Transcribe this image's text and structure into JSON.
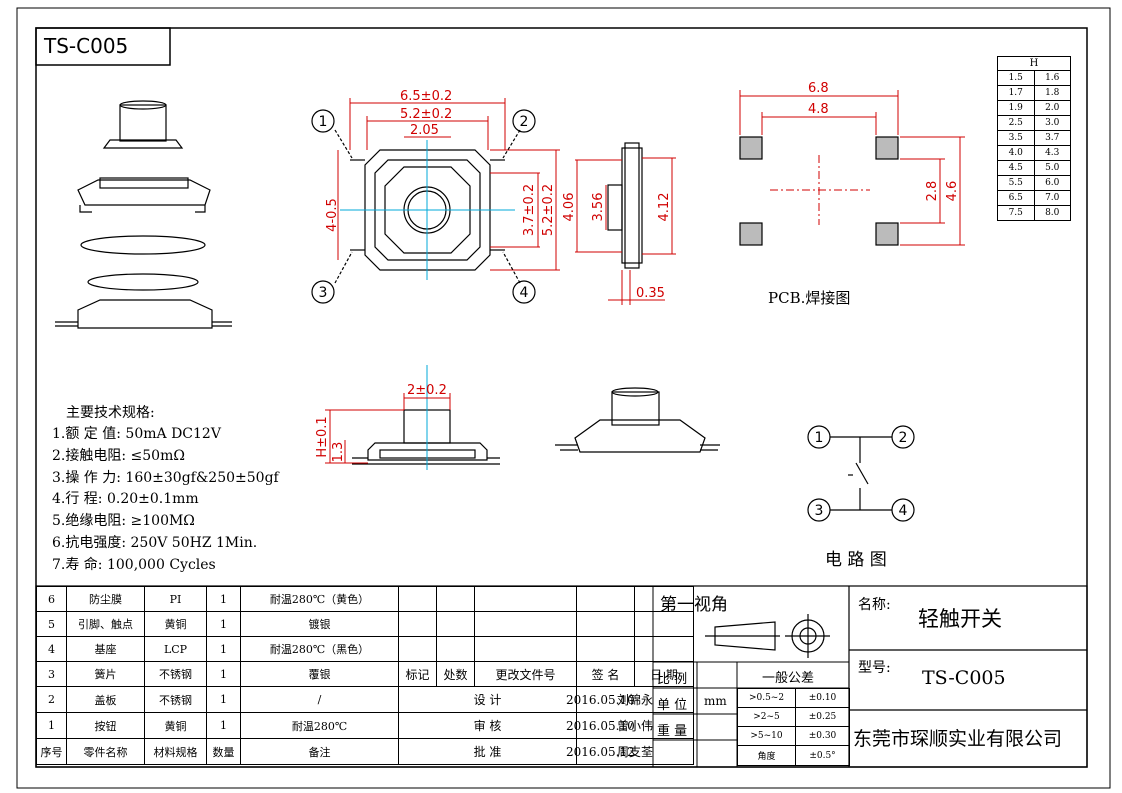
{
  "title_box": "TS-C005",
  "spec": {
    "heading": "主要技术规格:",
    "lines": [
      "1.额 定 值: 50mA DC12V",
      "2.接触电阻: ≤50mΩ",
      "3.操 作 力: 160±30gf&250±50gf",
      "4.行    程: 0.20±0.1mm",
      "5.绝缘电阻: ≥100MΩ",
      "6.抗电强度: 250V 50HZ 1Min.",
      "7.寿    命: 100,000 Cycles"
    ]
  },
  "h_table": {
    "header": "H",
    "rows": [
      [
        "1.5",
        "1.6"
      ],
      [
        "1.7",
        "1.8"
      ],
      [
        "1.9",
        "2.0"
      ],
      [
        "2.5",
        "3.0"
      ],
      [
        "3.5",
        "3.7"
      ],
      [
        "4.0",
        "4.3"
      ],
      [
        "4.5",
        "5.0"
      ],
      [
        "5.5",
        "6.0"
      ],
      [
        "6.5",
        "7.0"
      ],
      [
        "7.5",
        "8.0"
      ]
    ]
  },
  "dims": {
    "d65": "6.5±0.2",
    "d52": "5.2±0.2",
    "d205": "2.05",
    "d405": "4-0.5",
    "d37": "3.7±0.2",
    "d52v": "5.2±0.2",
    "d406": "4.06",
    "d356": "3.56",
    "d412": "4.12",
    "d035": "0.35",
    "d2": "2±0.2",
    "dH": "H±0.1",
    "d13": "1.3",
    "p68": "6.8",
    "p48": "4.8",
    "p28": "2.8",
    "p46": "4.6"
  },
  "pins": [
    "1",
    "2",
    "3",
    "4"
  ],
  "pcb_label": "PCB.焊接图",
  "circuit_label": "电 路 图",
  "bom": {
    "rows": [
      [
        "6",
        "防尘膜",
        "PI",
        "1",
        "耐温280℃（黄色）"
      ],
      [
        "5",
        "引脚、触点",
        "黄铜",
        "1",
        "镀银"
      ],
      [
        "4",
        "基座",
        "LCP",
        "1",
        "耐温280℃（黑色）"
      ],
      [
        "3",
        "簧片",
        "不锈钢",
        "1",
        "覆银"
      ],
      [
        "2",
        "盖板",
        "不锈钢",
        "1",
        "/"
      ],
      [
        "1",
        "按钮",
        "黄铜",
        "1",
        "耐温280℃"
      ]
    ],
    "header": [
      "序号",
      "零件名称",
      "材料规格",
      "数量",
      "备注"
    ]
  },
  "revision": {
    "headers": [
      "标记",
      "处数",
      "更改文件号",
      "签 名",
      "日 期"
    ],
    "sign_rows": [
      [
        "设 计",
        "刘锦永",
        "2016.05.10"
      ],
      [
        "审 核",
        "曾小伟",
        "2016.05.10"
      ],
      [
        "批 准",
        "周支荃",
        "2016.05.12"
      ]
    ]
  },
  "projection": "第一视角",
  "scale_labels": [
    "比 例",
    "单 位",
    "重 量"
  ],
  "unit": "mm",
  "tolerance": {
    "title": "一般公差",
    "rows": [
      [
        ">0.5~2",
        "±0.10"
      ],
      [
        ">2~5",
        "±0.25"
      ],
      [
        ">5~10",
        "±0.30"
      ],
      [
        "角度",
        "±0.5°"
      ]
    ]
  },
  "name_label": "名称:",
  "name_value": "轻触开关",
  "model_label": "型号:",
  "model_value": "TS-C005",
  "company": "东莞市琛顺实业有限公司"
}
